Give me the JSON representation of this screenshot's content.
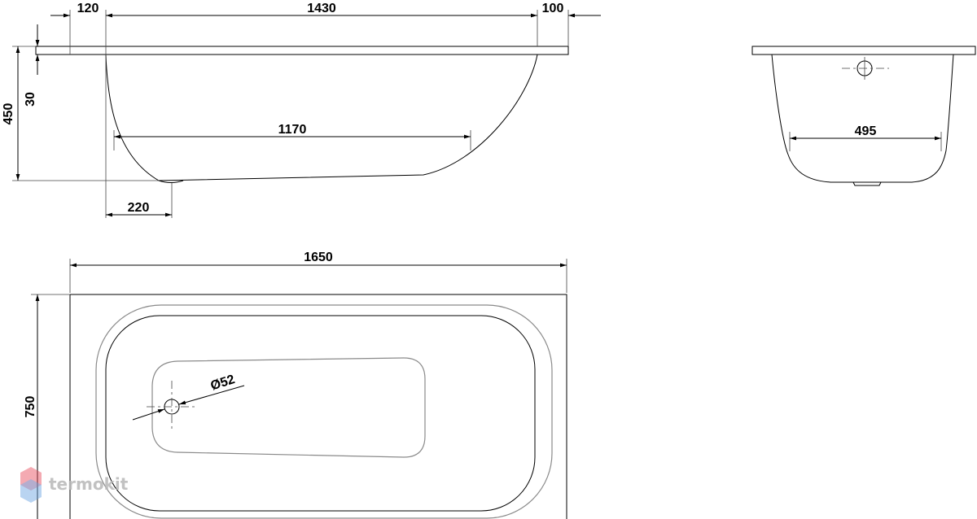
{
  "dimensions": {
    "rim_left": "120",
    "inner_length": "1430",
    "rim_right": "100",
    "total_height": "450",
    "rim_thickness": "30",
    "bottom_length": "1170",
    "drain_offset": "220",
    "total_length": "1650",
    "total_width": "750",
    "drain_diameter": "Ø52",
    "bottom_width": "495"
  },
  "watermark": {
    "text": "termokit"
  },
  "colors": {
    "line": "#000000",
    "inner_outline": "#8a8a8a",
    "watermark": "#b8b8b8",
    "logo_red": "#e8495a",
    "logo_blue": "#6aa3e0"
  }
}
